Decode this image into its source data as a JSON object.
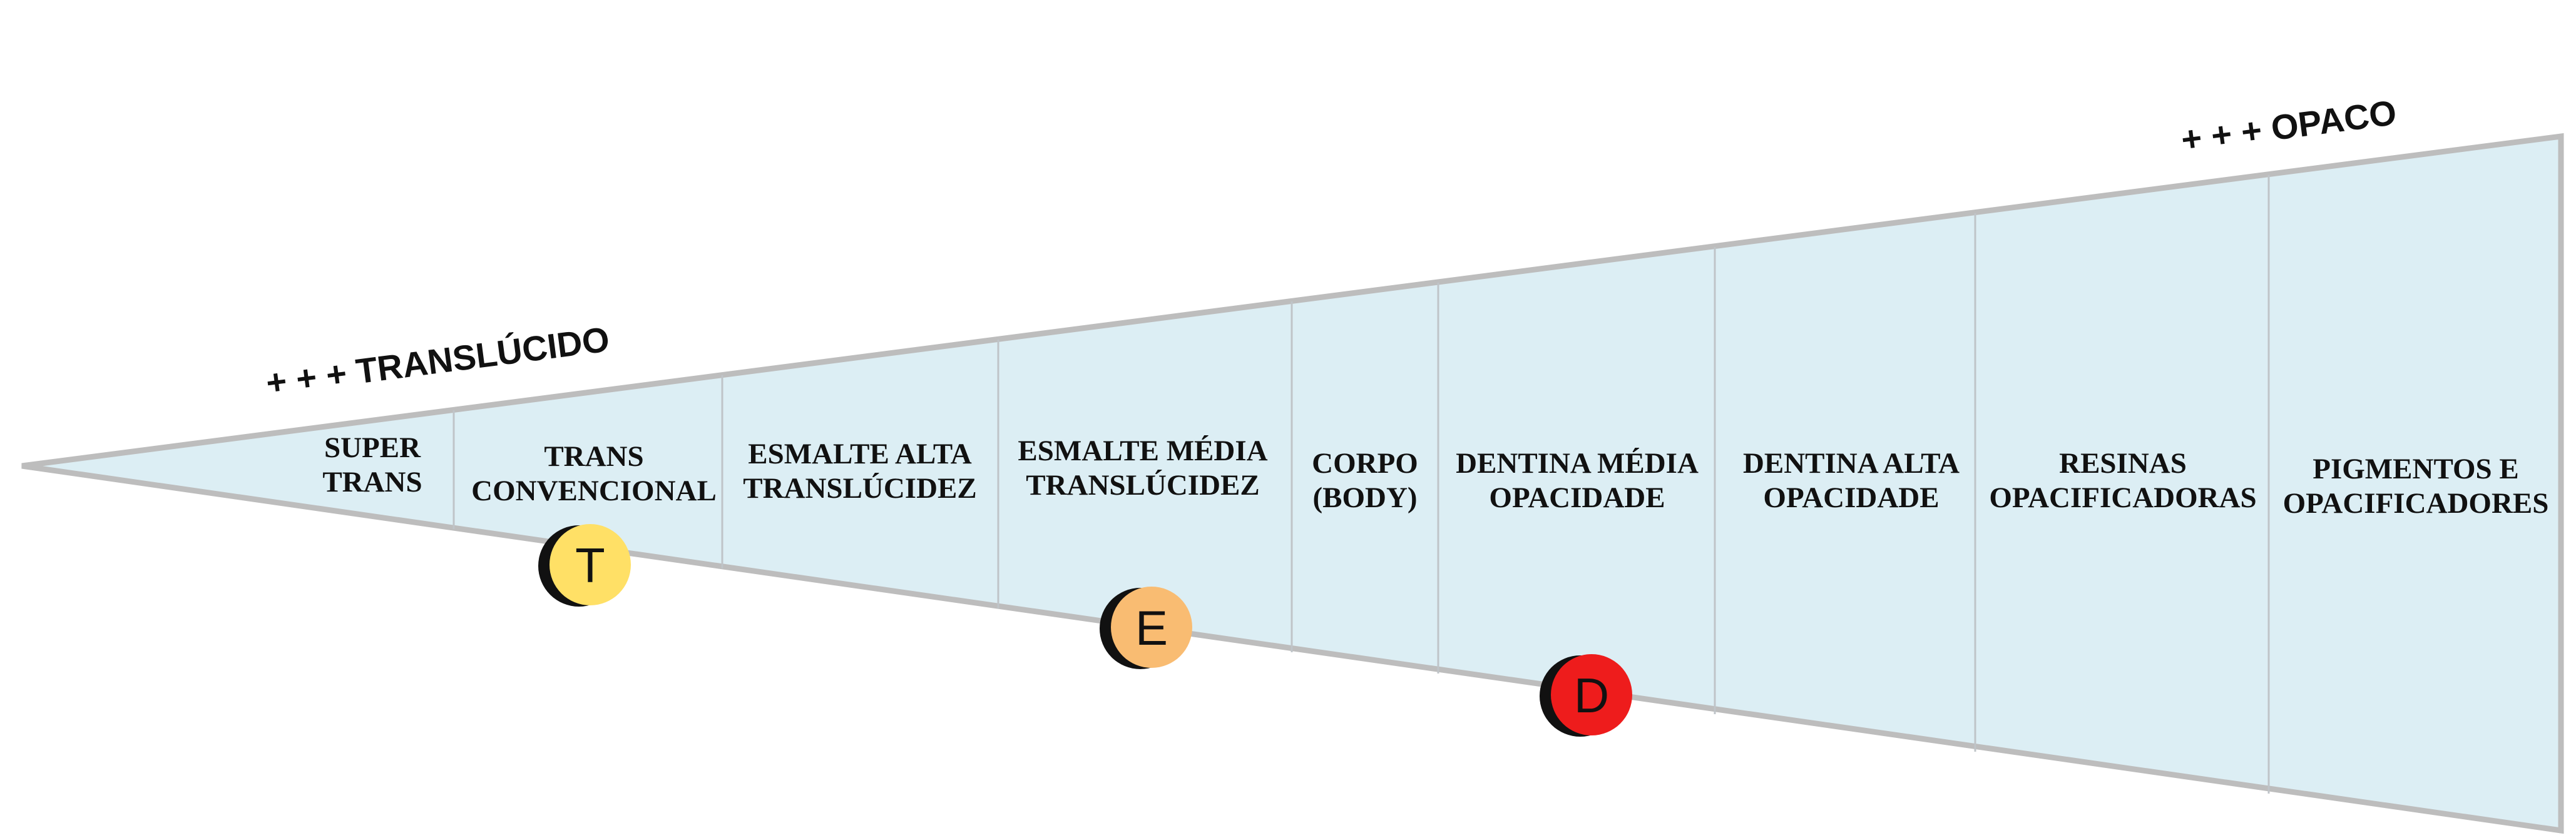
{
  "end_labels": {
    "translucent": "+ + + TRANSLÚCIDO",
    "opaque": "+ + + OPACO"
  },
  "segments": [
    {
      "line1": "SUPER",
      "line2": "TRANS"
    },
    {
      "line1": "TRANS",
      "line2": "CONVENCIONAL"
    },
    {
      "line1": "ESMALTE ALTA",
      "line2": "TRANSLÚCIDEZ"
    },
    {
      "line1": "ESMALTE MÉDIA",
      "line2": "TRANSLÚCIDEZ"
    },
    {
      "line1": "CORPO",
      "line2": "(BODY)"
    },
    {
      "line1": "DENTINA MÉDIA",
      "line2": "OPACIDADE"
    },
    {
      "line1": "DENTINA ALTA",
      "line2": "OPACIDADE"
    },
    {
      "line1": "RESINAS",
      "line2": "OPACIFICADORAS"
    },
    {
      "line1": "PIGMENTOS E",
      "line2": "OPACIFICADORES"
    }
  ],
  "markers": [
    {
      "letter": "T",
      "color": "#FFE066"
    },
    {
      "letter": "E",
      "color": "#F9BC72"
    },
    {
      "letter": "D",
      "color": "#EE1C1C"
    }
  ],
  "colors": {
    "wedge_fill": "#DCEEF4",
    "wedge_stroke": "#BDBDBD",
    "divider": "#BFC4C8"
  }
}
